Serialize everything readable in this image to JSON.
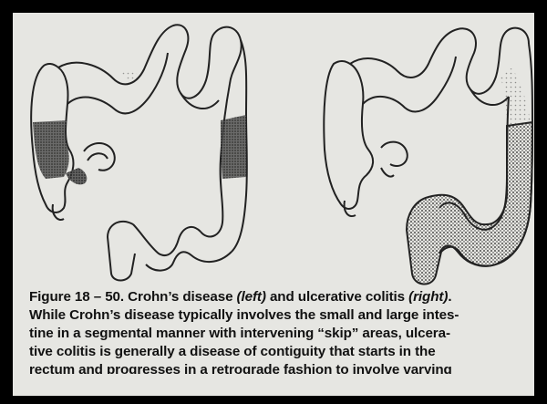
{
  "caption": {
    "figure_label": "Figure 18 – 50.",
    "line1_a": " Crohn’s disease ",
    "line1_left": "(left)",
    "line1_b": " and ulcerative colitis ",
    "line1_right": "(right)",
    "line1_c": ".",
    "line2": "While Crohn’s disease typically involves the small and large intes-",
    "line3": "tine in a segmental manner with intervening “skip” areas, ulcera-",
    "line4": "tive colitis is generally a disease of contiguity that starts in the",
    "line5": "rectum and progresses in a retrograde fashion to involve varying"
  },
  "colors": {
    "background": "#e6e6e2",
    "ink": "#111111",
    "border": "#000000"
  }
}
